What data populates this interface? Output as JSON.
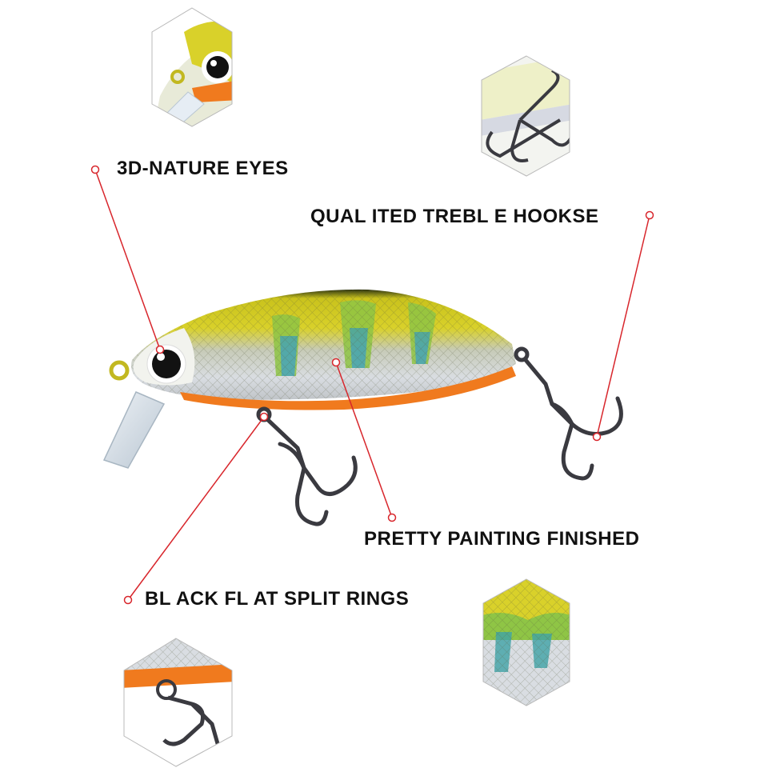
{
  "callouts": {
    "eyes": "3D-NATURE EYES",
    "hooks": "QUAL ITED TREBL E HOOKSE",
    "painting": "PRETTY PAINTING FINISHED",
    "split_rings": "BL ACK FL AT SPLIT RINGS"
  },
  "colors": {
    "callout_line": "#d8262c",
    "body_yellow": "#d9d12a",
    "body_green": "#8fc545",
    "body_blue": "#3fa3a6",
    "belly_silver": "#d9dde2",
    "belly_orange": "#f07a1e",
    "back_dark": "#2d3310",
    "hook_metal": "#3a3a40",
    "frame_gray": "#b8b8b8"
  },
  "icons": [
    "eye-closeup-icon",
    "treble-hook-closeup-icon",
    "scale-pattern-closeup-icon",
    "split-ring-closeup-icon"
  ]
}
